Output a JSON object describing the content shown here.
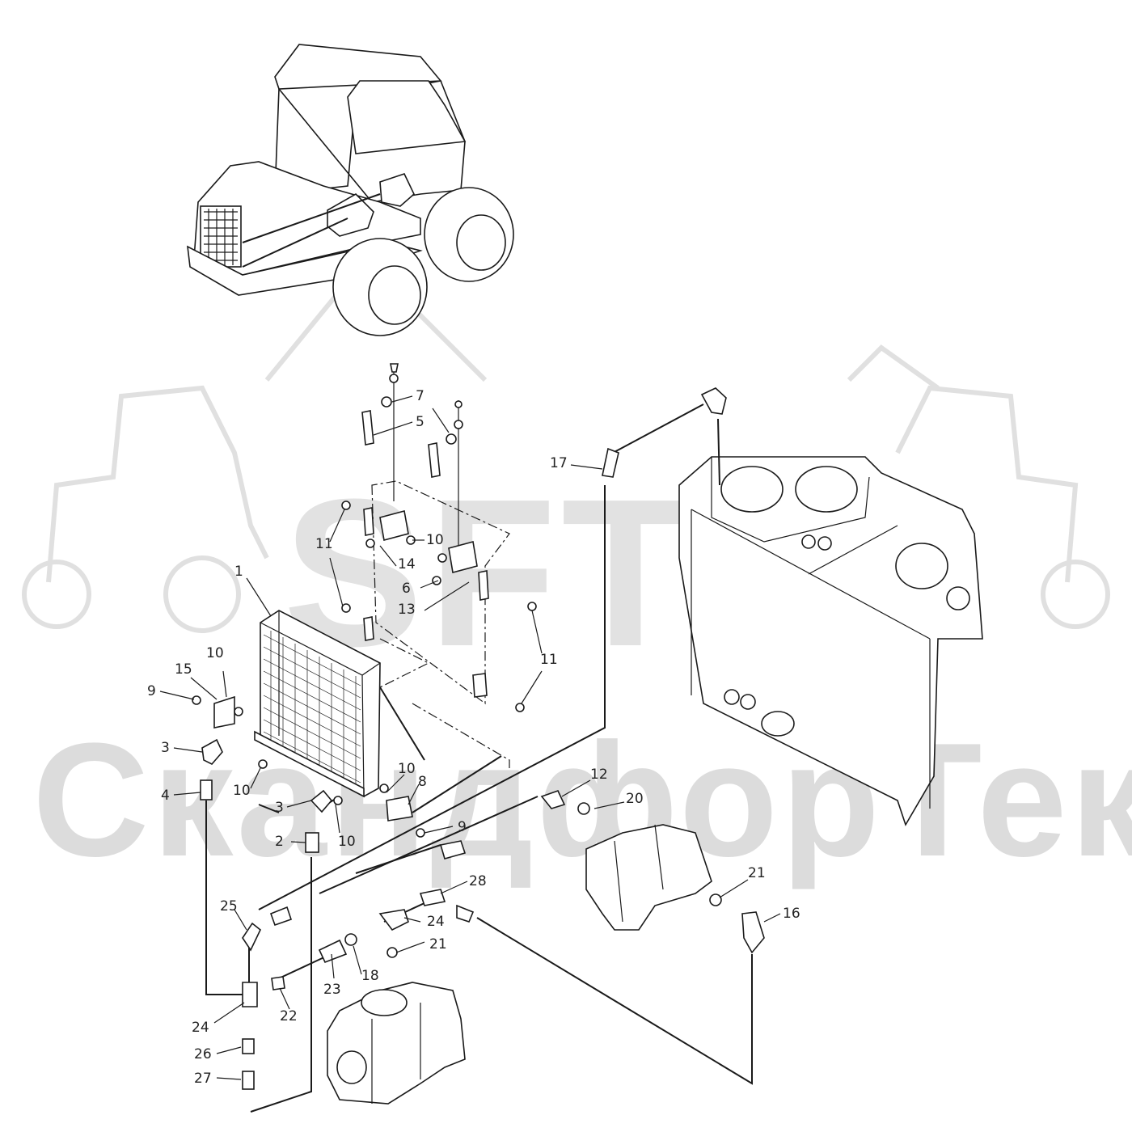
{
  "watermark": {
    "logo": "SFT",
    "brand": "СкандфорТек"
  },
  "callouts": [
    {
      "id": "c1",
      "text": "1"
    },
    {
      "id": "c2",
      "text": "2"
    },
    {
      "id": "c3a",
      "text": "3"
    },
    {
      "id": "c3b",
      "text": "3"
    },
    {
      "id": "c4",
      "text": "4"
    },
    {
      "id": "c5",
      "text": "5"
    },
    {
      "id": "c6",
      "text": "6"
    },
    {
      "id": "c7",
      "text": "7"
    },
    {
      "id": "c8",
      "text": "8"
    },
    {
      "id": "c9a",
      "text": "9"
    },
    {
      "id": "c9b",
      "text": "9"
    },
    {
      "id": "c10a",
      "text": "10"
    },
    {
      "id": "c10b",
      "text": "10"
    },
    {
      "id": "c10c",
      "text": "10"
    },
    {
      "id": "c10d",
      "text": "10"
    },
    {
      "id": "c10e",
      "text": "10"
    },
    {
      "id": "c11a",
      "text": "11"
    },
    {
      "id": "c11b",
      "text": "11"
    },
    {
      "id": "c12",
      "text": "12"
    },
    {
      "id": "c13",
      "text": "13"
    },
    {
      "id": "c14",
      "text": "14"
    },
    {
      "id": "c15",
      "text": "15"
    },
    {
      "id": "c16",
      "text": "16"
    },
    {
      "id": "c17",
      "text": "17"
    },
    {
      "id": "c18",
      "text": "18"
    },
    {
      "id": "c20",
      "text": "20"
    },
    {
      "id": "c21a",
      "text": "21"
    },
    {
      "id": "c21b",
      "text": "21"
    },
    {
      "id": "c22",
      "text": "22"
    },
    {
      "id": "c23",
      "text": "23"
    },
    {
      "id": "c24a",
      "text": "24"
    },
    {
      "id": "c24b",
      "text": "24"
    },
    {
      "id": "c25",
      "text": "25"
    },
    {
      "id": "c26",
      "text": "26"
    },
    {
      "id": "c27",
      "text": "27"
    },
    {
      "id": "c28",
      "text": "28"
    }
  ]
}
